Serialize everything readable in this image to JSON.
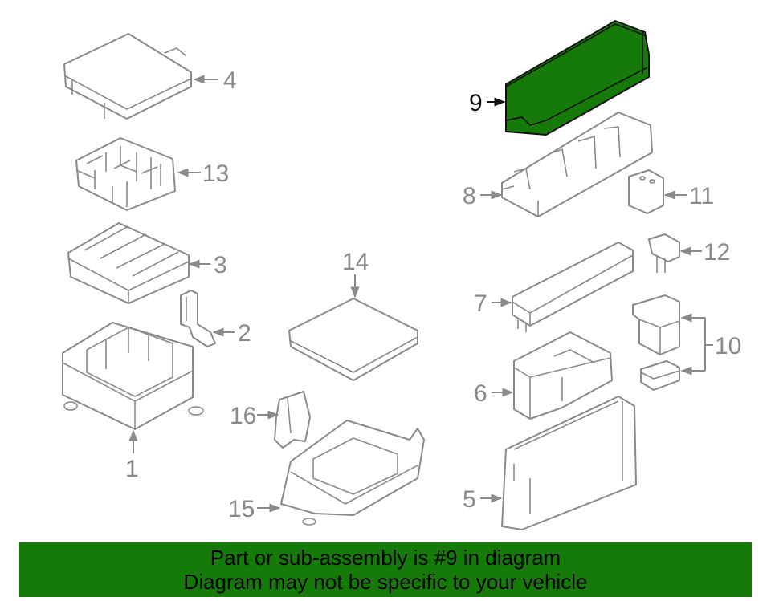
{
  "diagram": {
    "callouts": {
      "c1": "1",
      "c2": "2",
      "c3": "3",
      "c4": "4",
      "c5": "5",
      "c6": "6",
      "c7": "7",
      "c8": "8",
      "c9": "9",
      "c10": "10",
      "c11": "11",
      "c12": "12",
      "c13": "13",
      "c14": "14",
      "c15": "15",
      "c16": "16"
    },
    "highlighted_part": "9",
    "highlight_color": "#167a08",
    "line_color": "#8a8a8a"
  },
  "banner": {
    "line1": "Part or sub-assembly is #9 in diagram",
    "line2": "Diagram may not be specific to your vehicle",
    "color": "#167a08"
  }
}
